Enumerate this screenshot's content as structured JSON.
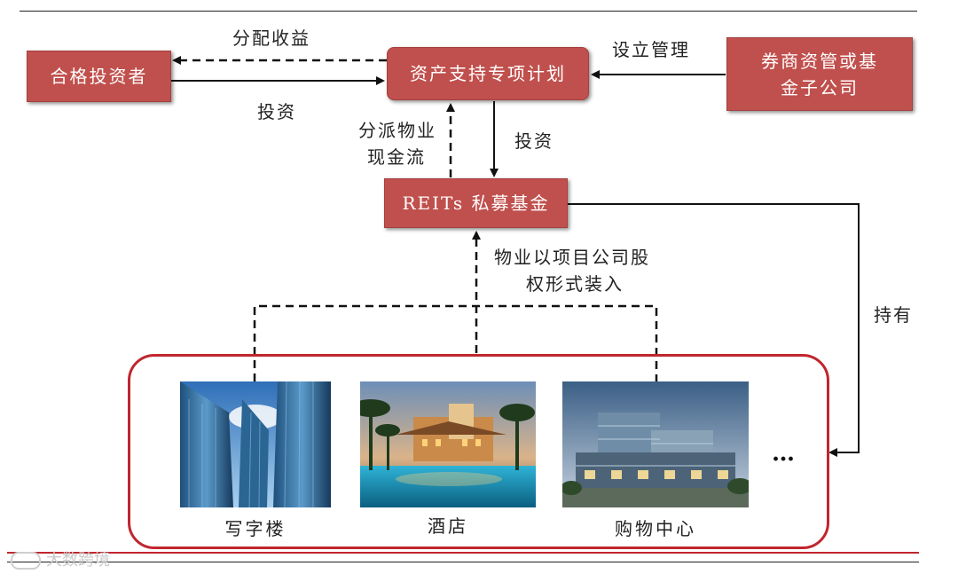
{
  "boxes": {
    "investor": "合格投资者",
    "abs_plan": "资产支持专项计划",
    "broker": [
      "券商资管或基",
      "金子公司"
    ],
    "reits": "REITs 私募基金"
  },
  "labels": {
    "distribute": "分配收益",
    "invest_left": "投资",
    "setup": "设立管理",
    "cashflow": [
      "分派物业",
      "现金流"
    ],
    "invest_mid": "投资",
    "equity": [
      "物业以项目公司股",
      "权形式装入"
    ],
    "hold": "持有"
  },
  "properties": [
    {
      "caption": "写字楼",
      "icon": "office-building-photo"
    },
    {
      "caption": "酒店",
      "icon": "hotel-photo"
    },
    {
      "caption": "购物中心",
      "icon": "shopping-mall-photo"
    }
  ],
  "more": "…",
  "watermark": "大数跨境",
  "colors": {
    "box": "#c0504d",
    "group_border": "#c0262d",
    "bottom_rule": "#c0262d"
  }
}
